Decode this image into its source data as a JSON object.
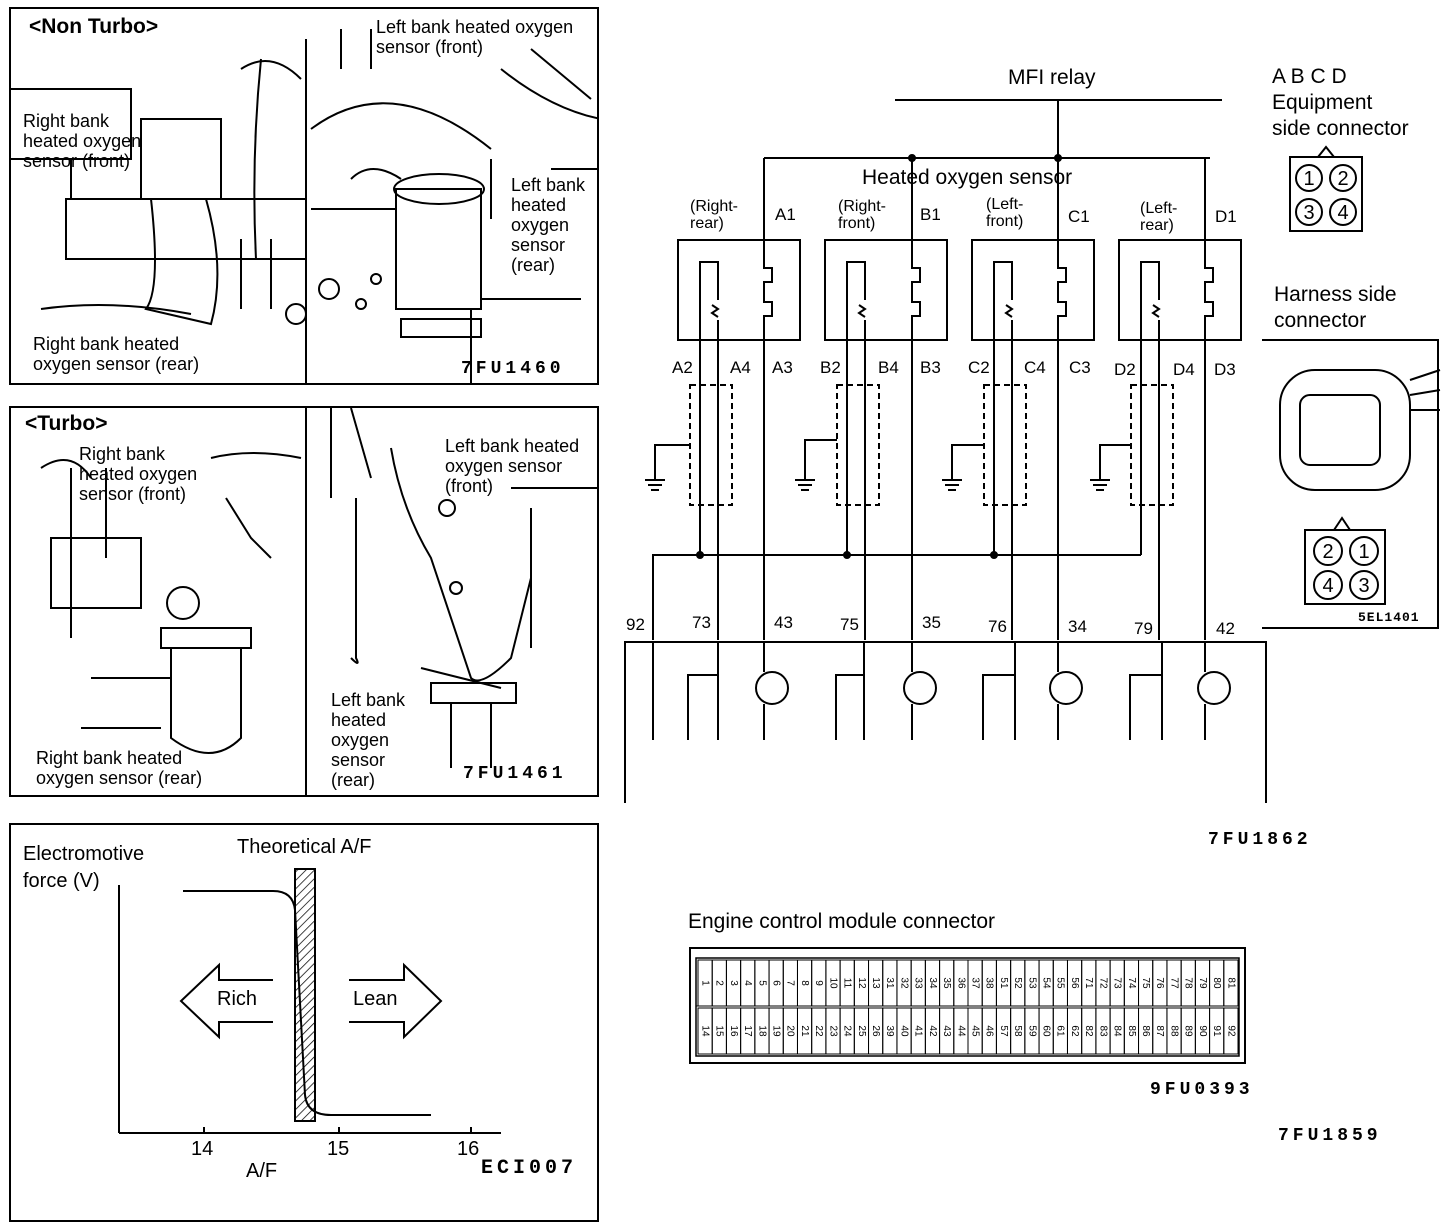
{
  "non_turbo": {
    "header": "<Non Turbo>",
    "left_front": "Left bank heated oxygen\nsensor (front)",
    "right_front": "Right bank\nheated oxygen\nsensor (front)",
    "left_rear": "Left bank\nheated\noxygen\nsensor\n(rear)",
    "right_rear": "Right  bank  heated\noxygen sensor (rear)",
    "code": "7FU1460"
  },
  "turbo": {
    "header": "<Turbo>",
    "right_front": "Right bank\nheated oxygen\nsensor (front)",
    "left_front": "Left bank heated\noxygen      sensor\n(front)",
    "left_rear": "Left bank\nheated\noxygen\nsensor\n(rear)",
    "right_rear": "Right  bank  heated\noxygen sensor (rear)",
    "code": "7FU1461"
  },
  "graph": {
    "y_label": "Electromotive\nforce (V)",
    "theoretical": "Theoretical A/F",
    "rich": "Rich",
    "lean": "Lean",
    "x_label": "A/F",
    "ticks": [
      "14",
      "15",
      "16"
    ],
    "code": "ECI007"
  },
  "circuit": {
    "relay": "MFI relay",
    "sensor_title": "Heated oxygen sensor",
    "sensors": [
      {
        "name": "(Right-\nrear)",
        "top": "A1",
        "bottom": [
          "A2",
          "A4",
          "A3"
        ]
      },
      {
        "name": "(Right-\nfront)",
        "top": "B1",
        "bottom": [
          "B2",
          "B4",
          "B3"
        ]
      },
      {
        "name": "(Left-\nfront)",
        "top": "C1",
        "bottom": [
          "C2",
          "C4",
          "C3"
        ]
      },
      {
        "name": "(Left-\nrear)",
        "top": "D1",
        "bottom": [
          "D2",
          "D4",
          "D3"
        ]
      }
    ],
    "ecm_pins": [
      "92",
      "73",
      "43",
      "75",
      "35",
      "76",
      "34",
      "79",
      "42"
    ],
    "code": "7FU1862"
  },
  "equipment_connector": {
    "title": "A B C D\nEquipment\nside connector",
    "pins": [
      "1",
      "2",
      "3",
      "4"
    ]
  },
  "harness_connector": {
    "title": "Harness  side\nconnector",
    "pins": [
      "2",
      "1",
      "4",
      "3"
    ],
    "code": "5EL1401"
  },
  "ecm_connector": {
    "title": "Engine control module connector",
    "code": "9FU0393",
    "row1": [
      "1",
      "2",
      "3",
      "4",
      "5",
      "6",
      "7",
      "8",
      "9",
      "10",
      "11",
      "12",
      "13",
      "31",
      "32",
      "33",
      "34",
      "35",
      "36",
      "37",
      "38",
      "51",
      "52",
      "53",
      "54",
      "55",
      "56",
      "71",
      "72",
      "73",
      "74",
      "75",
      "76",
      "77",
      "78",
      "79",
      "80",
      "81"
    ],
    "row2": [
      "14",
      "15",
      "16",
      "17",
      "18",
      "19",
      "20",
      "21",
      "22",
      "23",
      "24",
      "25",
      "26",
      "39",
      "40",
      "41",
      "42",
      "43",
      "44",
      "45",
      "46",
      "57",
      "58",
      "59",
      "60",
      "61",
      "62",
      "82",
      "83",
      "84",
      "85",
      "86",
      "87",
      "88",
      "89",
      "90",
      "91",
      "92"
    ]
  },
  "page_code": "7FU1859"
}
